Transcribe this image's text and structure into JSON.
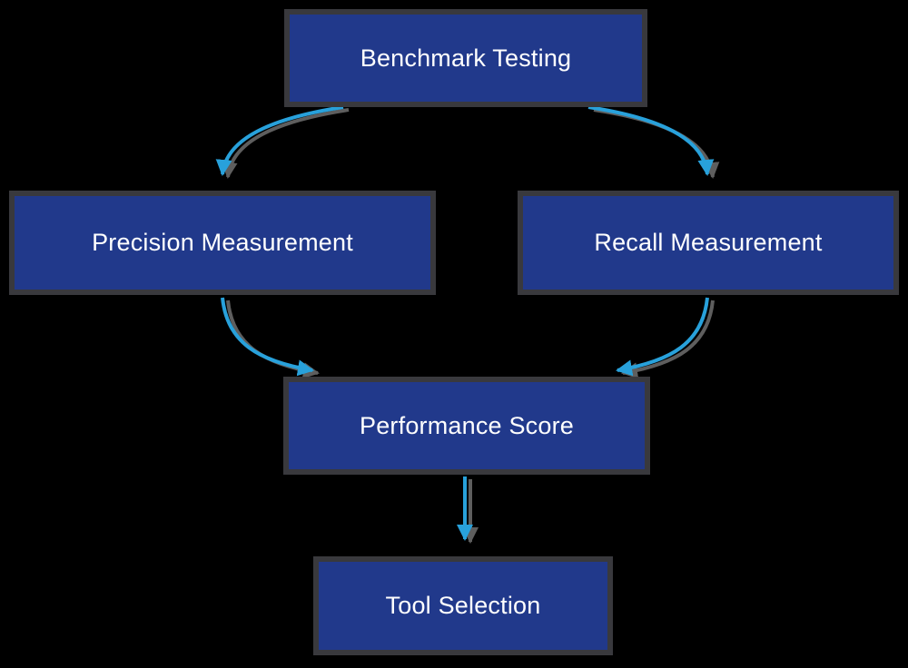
{
  "diagram": {
    "type": "flowchart",
    "background_color": "#000000",
    "node_fill_color": "#21398B",
    "node_border_color": "#39393D",
    "node_text_color": "#FFFFFF",
    "arrow_color": "#28A1DB",
    "arrow_shadow_color": "#7D7D7D",
    "nodes": {
      "benchmark": {
        "label": "Benchmark Testing"
      },
      "precision": {
        "label": "Precision Measurement"
      },
      "recall": {
        "label": "Recall Measurement"
      },
      "performance": {
        "label": "Performance Score"
      },
      "tool": {
        "label": "Tool Selection"
      }
    },
    "edges": [
      {
        "from": "Benchmark Testing",
        "to": "Precision Measurement"
      },
      {
        "from": "Benchmark Testing",
        "to": "Recall Measurement"
      },
      {
        "from": "Precision Measurement",
        "to": "Performance Score"
      },
      {
        "from": "Recall Measurement",
        "to": "Performance Score"
      },
      {
        "from": "Performance Score",
        "to": "Tool Selection"
      }
    ]
  }
}
